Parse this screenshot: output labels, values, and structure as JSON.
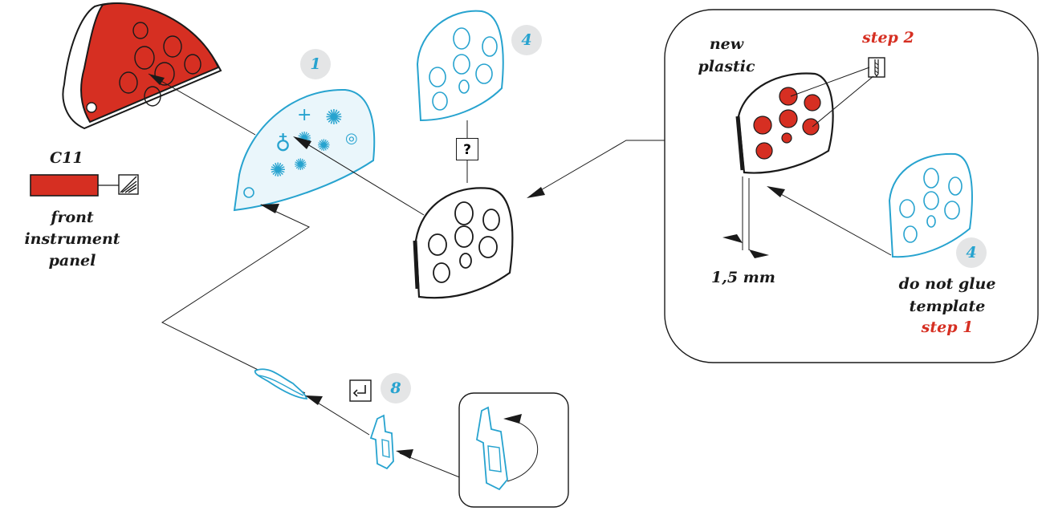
{
  "part_code": "C11",
  "part_name": [
    "front",
    "instrument",
    "panel"
  ],
  "callouts": {
    "part1": "1",
    "part4_top": "4",
    "part4_right": "4",
    "part8": "8"
  },
  "inset": {
    "new_plastic": [
      "new",
      "plastic"
    ],
    "step2": "step 2",
    "dimension": "1,5 mm",
    "instruction": [
      "do not glue",
      "template"
    ],
    "step1": "step 1"
  },
  "check_symbol": "?",
  "colors": {
    "accent_red": "#d62f22",
    "part_blue": "#27a3cf",
    "badge_grey": "#e4e5e6",
    "ink": "#1a1a1a"
  },
  "icons": [
    "paint-swatch-icon",
    "hatched-decal-icon",
    "drill-bit-icon",
    "optional-fold-icon"
  ]
}
